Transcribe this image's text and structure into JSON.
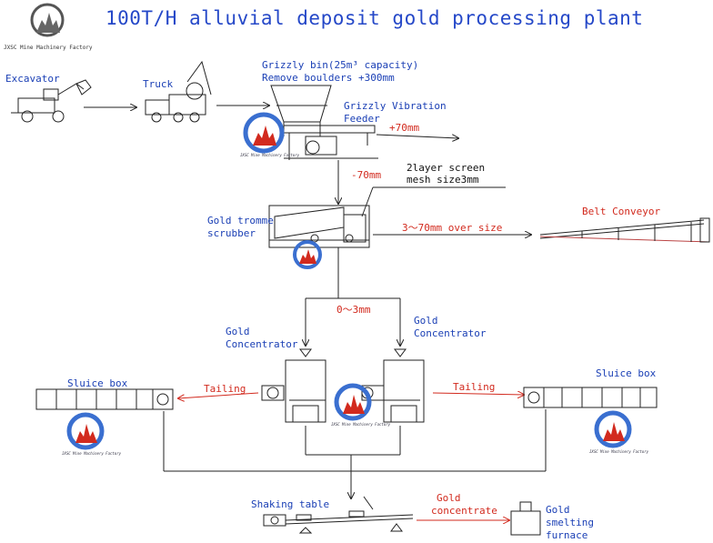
{
  "title": "100T/H alluvial deposit gold processing plant",
  "brand": "JXSC Mine Machinery Factory",
  "watermark_text": "JXSC Mine Machinery Factory",
  "labels": {
    "excavator": "Excavator",
    "truck": "Truck",
    "grizzly_bin_1": "Grizzly bin(25m³ capacity)",
    "grizzly_bin_2": "Remove boulders +300mm",
    "grizzly_feeder_1": "Grizzly Vibration",
    "grizzly_feeder_2": "Feeder",
    "plus70": "+70mm",
    "minus70": "-70mm",
    "screen_1": "2layer screen",
    "screen_2": "mesh size3mm",
    "trommel_1": "Gold tromme",
    "trommel_2": "scrubber",
    "oversize": "3～70mm  over size",
    "belt_conveyor": "Belt Conveyor",
    "zero_three": "0～3mm",
    "concentrator_left_1": "Gold",
    "concentrator_left_2": "Concentrator",
    "concentrator_right_1": "Gold",
    "concentrator_right_2": "Concentrator",
    "sluice_left": "Sluice box",
    "sluice_right": "Sluice box",
    "tailing_left": "Tailing",
    "tailing_right": "Tailing",
    "shaking_table": "Shaking table",
    "gold_concentrate_1": "Gold",
    "gold_concentrate_2": "concentrate",
    "smelting_1": "Gold",
    "smelting_2": "smelting",
    "smelting_3": "furnace"
  },
  "colors": {
    "label_blue": "#1a3fb5",
    "label_red": "#d22a1e",
    "line": "#222222",
    "red_arrow": "#d22a1e"
  },
  "icons": [
    "jxsc-logo-icon",
    "excavator-icon",
    "truck-icon",
    "grizzly-bin-icon",
    "trommel-icon",
    "belt-conveyor-icon",
    "concentrator-icon",
    "sluice-box-icon",
    "shaking-table-icon",
    "smelting-furnace-icon"
  ]
}
